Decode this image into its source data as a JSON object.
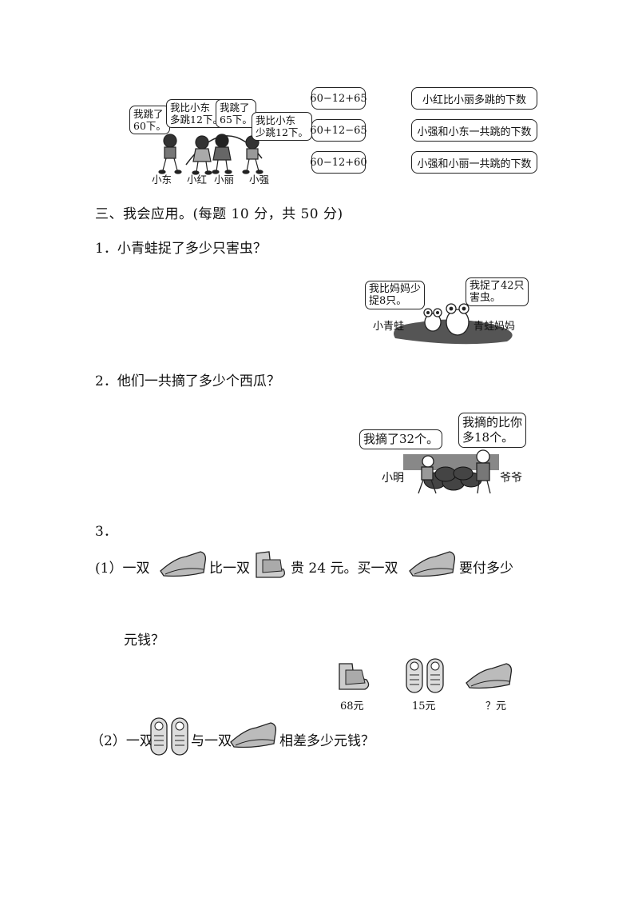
{
  "top": {
    "bubbles": [
      "我跳了\n60下。",
      "我比小东\n多跳12下。",
      "我跳了\n65下。",
      "我比小东\n少跳12下。"
    ],
    "kids": [
      "小东",
      "小红",
      "小丽",
      "小强"
    ],
    "expressions": [
      "60−12+65",
      "60+12−65",
      "60−12+60"
    ],
    "meanings": [
      "小红比小丽多跳的下数",
      "小强和小东一共跳的下数",
      "小强和小丽一共跳的下数"
    ]
  },
  "section3": {
    "heading": "三、我会应用。(每题 10 分，共 50 分)"
  },
  "q1": {
    "text": "1．小青蛙捉了多少只害虫？",
    "bubble_small": "我比妈妈少\n捉8只。",
    "bubble_big": "我捉了42只\n害虫。",
    "label_small": "小青蛙",
    "label_big": "青蛙妈妈"
  },
  "q2": {
    "text": "2．他们一共摘了多少个西瓜？",
    "bubble_boy": "我摘了32个。",
    "bubble_grandpa": "我摘的比你\n多18个。",
    "label_boy": "小明",
    "label_grandpa": "爷爷"
  },
  "q3": {
    "number": "3．",
    "p1_prefix": "(1）一双",
    "p1_mid": "比一双",
    "p1_after": "贵 24 元。买一双",
    "p1_end": "要付多少",
    "p1_tail": "元钱？",
    "prices": [
      "68元",
      "15元",
      "？元"
    ],
    "p2_prefix": "（2）一双",
    "p2_mid": "与一双",
    "p2_end": "相差多少元钱？"
  }
}
